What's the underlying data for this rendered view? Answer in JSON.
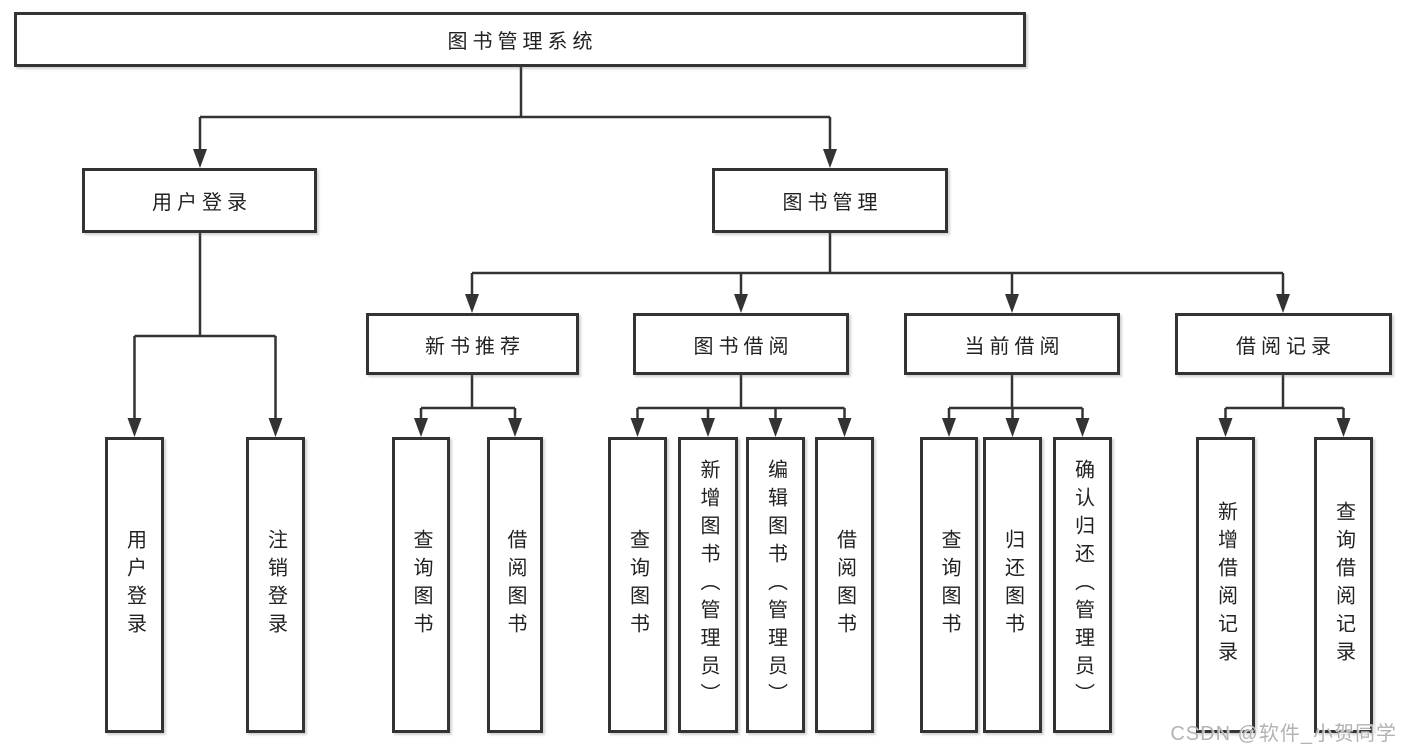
{
  "diagram_title": "图书管理系统",
  "nodes": {
    "root": "图书管理系统",
    "user_login": "用户登录",
    "book_mgmt": "图书管理",
    "new_book_rec": "新书推荐",
    "book_borrow": "图书借阅",
    "current_borrow": "当前借阅",
    "borrow_record": "借阅记录",
    "leaf_user_login": "用户登录",
    "leaf_logout": "注销登录",
    "leaf_query_book_rec": "查询图书",
    "leaf_borrow_book_rec": "借阅图书",
    "leaf_query_book_borrow": "查询图书",
    "leaf_add_book": "新增图书（管理员）",
    "leaf_edit_book": "编辑图书（管理员）",
    "leaf_borrow_book": "借阅图书",
    "leaf_query_book_current": "查询图书",
    "leaf_return_book": "归还图书",
    "leaf_confirm_return": "确认归还（管理员）",
    "leaf_add_record": "新增借阅记录",
    "leaf_query_record": "查询借阅记录"
  },
  "hierarchy": {
    "图书管理系统": {
      "用户登录": [
        "用户登录",
        "注销登录"
      ],
      "图书管理": {
        "新书推荐": [
          "查询图书",
          "借阅图书"
        ],
        "图书借阅": [
          "查询图书",
          "新增图书（管理员）",
          "编辑图书（管理员）",
          "借阅图书"
        ],
        "当前借阅": [
          "查询图书",
          "归还图书",
          "确认归还（管理员）"
        ],
        "借阅记录": [
          "新增借阅记录",
          "查询借阅记录"
        ]
      }
    }
  },
  "watermark": "CSDN @软件_小贺同学",
  "colors": {
    "line": "#333333",
    "text": "#222222",
    "box_background": "#ffffff",
    "watermark": "#b3b3b3",
    "background": "#ffffff"
  }
}
